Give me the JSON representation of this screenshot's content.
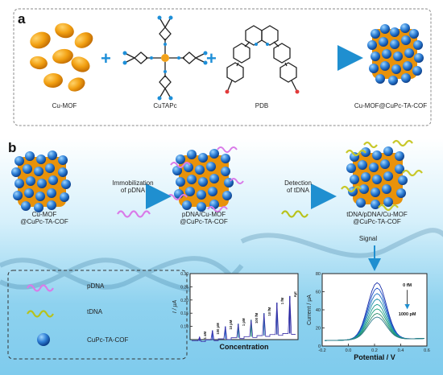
{
  "panel_a": {
    "letter": "a",
    "items": {
      "cumof": "Cu-MOF",
      "cutapc": "CuTAPc",
      "pdb": "PDB",
      "product": "Cu-MOF@CuPc-TA-COF"
    },
    "plus_sign": "+"
  },
  "panel_b": {
    "letter": "b",
    "stages": {
      "start": [
        "Cu-MOF",
        "@CuPc-TA-COF"
      ],
      "mid": [
        "pDNA/Cu-MOF",
        "@CuPc-TA-COF"
      ],
      "end": [
        "tDNA/pDNA/Cu-MOF",
        "@CuPc-TA-COF"
      ]
    },
    "arrow1": [
      "Immobilization",
      "of pDNA"
    ],
    "arrow2": [
      "Detection",
      "of tDNA"
    ],
    "signal": "Signal",
    "legend": {
      "pdna": "pDNA",
      "tdna": "tDNA",
      "cof": "CuPc-TA-COF"
    }
  },
  "colors": {
    "cumof": "#e8920a",
    "cof_blue": "#2e7fd6",
    "pdna": "#d97ae8",
    "tdna": "#b8c21a",
    "arrow": "#3aa3d8",
    "plus": "#1e8fd8",
    "blue_trace": "#1a4fc9",
    "teal_trace": "#1a8f8a"
  },
  "chart_data": [
    {
      "type": "line",
      "ylabel": "I / μA",
      "xlabel": "Concentration",
      "y_ticks": [
        "0.10",
        "0.15",
        "0.20",
        "0.25",
        "0.30"
      ],
      "ylim": [
        0.05,
        0.3
      ],
      "peak_labels": [
        "1 aM",
        "100 pM",
        "10 pM",
        "1 pM",
        "100 fM",
        "10 fM",
        "1 fM",
        "Apt"
      ],
      "peak_heights": [
        0.06,
        0.085,
        0.1,
        0.11,
        0.125,
        0.15,
        0.19,
        0.215
      ],
      "baseline": 0.045
    },
    {
      "type": "line",
      "ylabel": "Current / μA",
      "xlabel": "Potential / V",
      "x_ticks": [
        "-0.2",
        "0.0",
        "0.2",
        "0.4",
        "0.6"
      ],
      "xlim": [
        -0.2,
        0.6
      ],
      "y_ticks": [
        "0",
        "20",
        "40",
        "60",
        "80"
      ],
      "ylim": [
        0,
        80
      ],
      "annotation_top": "0 fM",
      "annotation_bottom": "1000 pM",
      "peak_x": 0.22,
      "series_peaks": [
        70,
        64,
        58,
        52,
        46,
        41,
        36,
        32
      ]
    }
  ]
}
